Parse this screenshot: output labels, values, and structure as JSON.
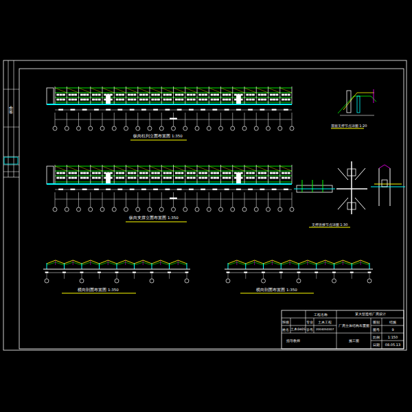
{
  "diagram": {
    "labels": [
      "纵向柱列立面布置图 1:350",
      "屋面支撑节点详图 1:20",
      "纵向支撑立面布置图 1:350",
      "支撑连接节点详图 1:30",
      "横向剖面布置图 1:350",
      "横向剖面布置图 1:350",
      "工程名称",
      "某大型造纸厂房设计",
      "班级",
      "专业",
      "土木工程",
      "姓名",
      "土木0405",
      "学号",
      "2004050307",
      "指导教师",
      "厂房主体结构布置图",
      "施工图",
      "图别",
      "结施",
      "图号",
      "9",
      "比例",
      "1:150",
      "日期",
      "08.05.13",
      "会签"
    ]
  }
}
